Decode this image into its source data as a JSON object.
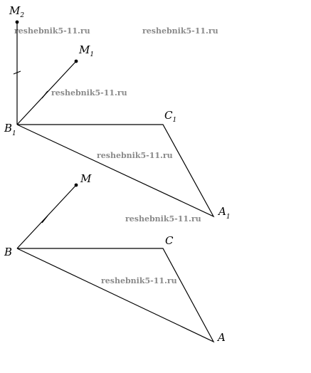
{
  "labels": {
    "M2": {
      "main": "M",
      "sub": "2"
    },
    "M1": {
      "main": "M",
      "sub": "1"
    },
    "B1": {
      "main": "B",
      "sub": "1"
    },
    "C1": {
      "main": "C",
      "sub": "1"
    },
    "A1": {
      "main": "A",
      "sub": "1"
    },
    "M": {
      "main": "M",
      "sub": ""
    },
    "B": {
      "main": "B",
      "sub": ""
    },
    "C": {
      "main": "C",
      "sub": ""
    },
    "A": {
      "main": "A",
      "sub": ""
    }
  },
  "watermarks": [
    "reshebnik5-11.ru",
    "reshebnik5-11.ru",
    "reshebnik5-11.ru",
    "reshebnik5-11.ru",
    "reshebnik5-11.ru",
    "reshebnik5-11.ru"
  ],
  "colors": {
    "line": "#000000",
    "watermark": "#8a8a8a",
    "background": "#ffffff"
  }
}
